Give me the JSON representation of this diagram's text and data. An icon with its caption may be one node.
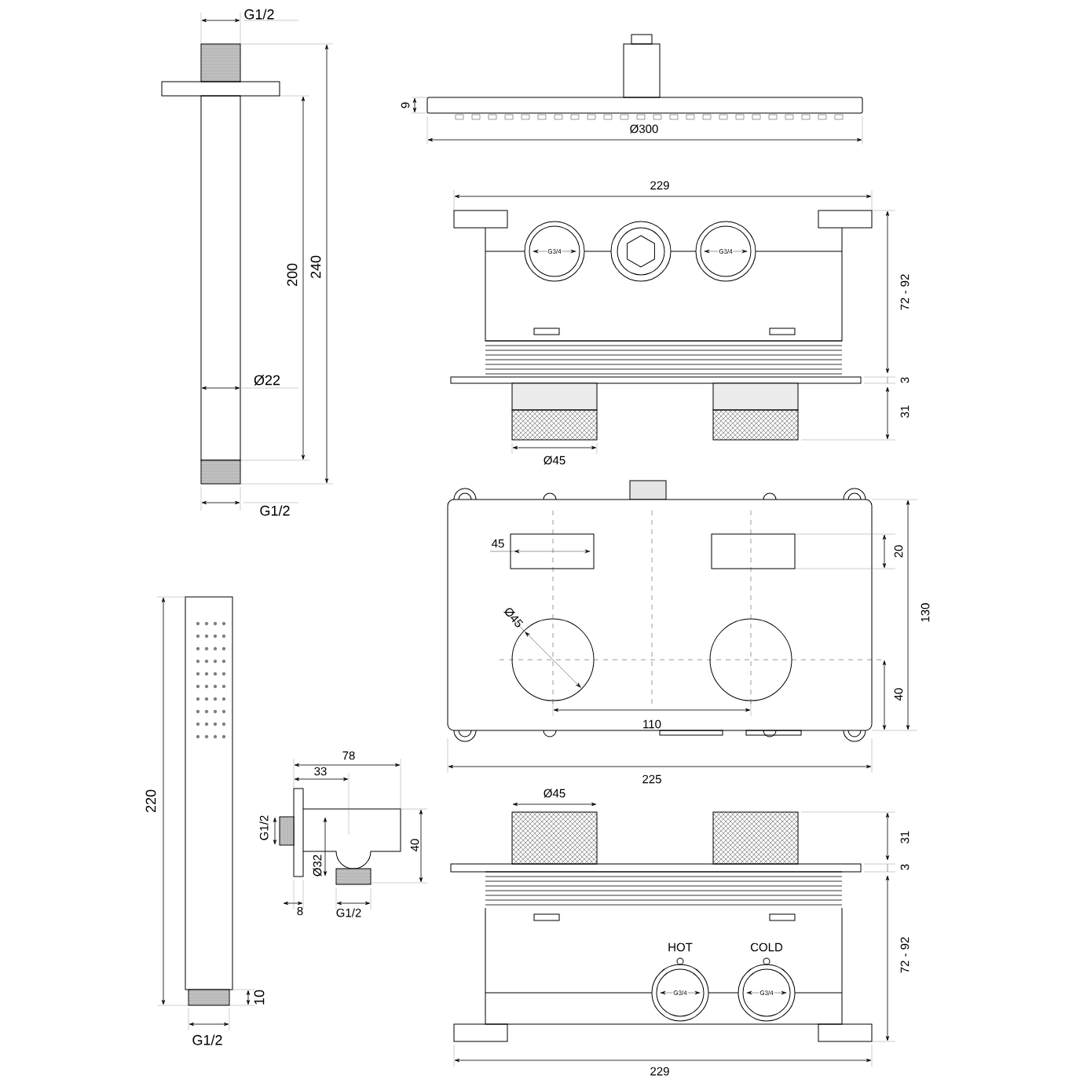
{
  "diagram": {
    "labels": [
      "G1/2",
      "200",
      "240",
      "Ø22",
      "G1/2",
      "9",
      "Ø300",
      "229",
      "G3/4",
      "G3/4",
      "72 - 92",
      "3",
      "31",
      "Ø45",
      "45",
      "20",
      "Ø45",
      "130",
      "40",
      "110",
      "225",
      "220",
      "78",
      "33",
      "G1/2",
      "40",
      "Ø32",
      "8",
      "G1/2",
      "10",
      "G1/2",
      "Ø45",
      "31",
      "3",
      "HOT",
      "COLD",
      "G3/4",
      "G3/4",
      "72 - 92",
      "229"
    ]
  }
}
